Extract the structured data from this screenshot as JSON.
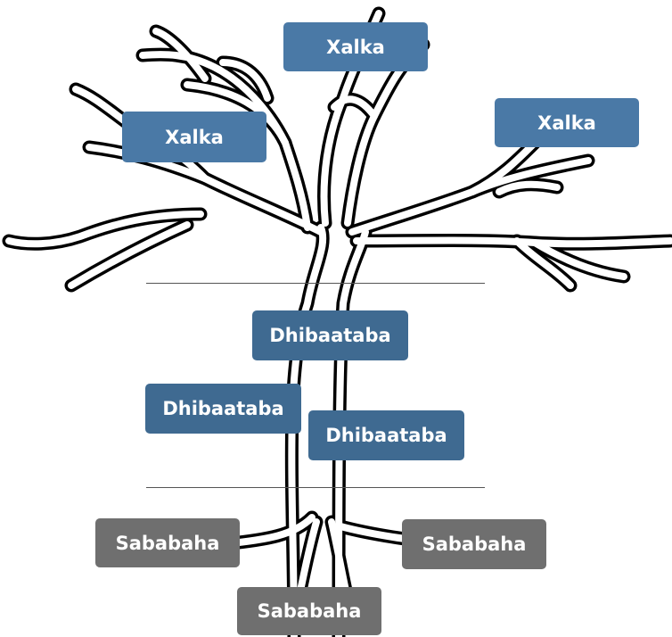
{
  "diagram": {
    "outcomes": [
      "Xalka",
      "Xalka",
      "Xalka"
    ],
    "effects": [
      "Dhibaataba",
      "Dhibaataba",
      "Dhibaataba"
    ],
    "causes": [
      "Sababaha",
      "Sababaha",
      "Sababaha"
    ]
  },
  "colors": {
    "outcome_box": "#4a79a6",
    "effect_box": "#3f6a91",
    "cause_box": "#6f6f6f",
    "tree_outline": "#000000"
  }
}
